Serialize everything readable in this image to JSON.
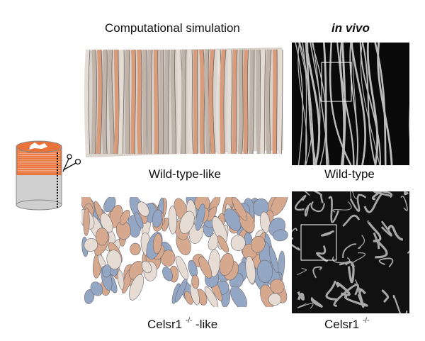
{
  "headers": {
    "simulation": "Computational simulation",
    "in_vivo": "in vivo"
  },
  "labels": {
    "wt_like": "Wild-type-like",
    "wt": "Wild-type",
    "celsr_like_prefix": "Celsr1",
    "celsr_like_sup": "-/-",
    "celsr_like_suffix": "-like",
    "celsr_prefix": "Celsr1",
    "celsr_sup": "-/-"
  },
  "colors": {
    "orange": "#e8743b",
    "grey": "#cfcfcf",
    "fold_tan": "#c9a48c",
    "fold_blue": "#8fa3c0"
  }
}
